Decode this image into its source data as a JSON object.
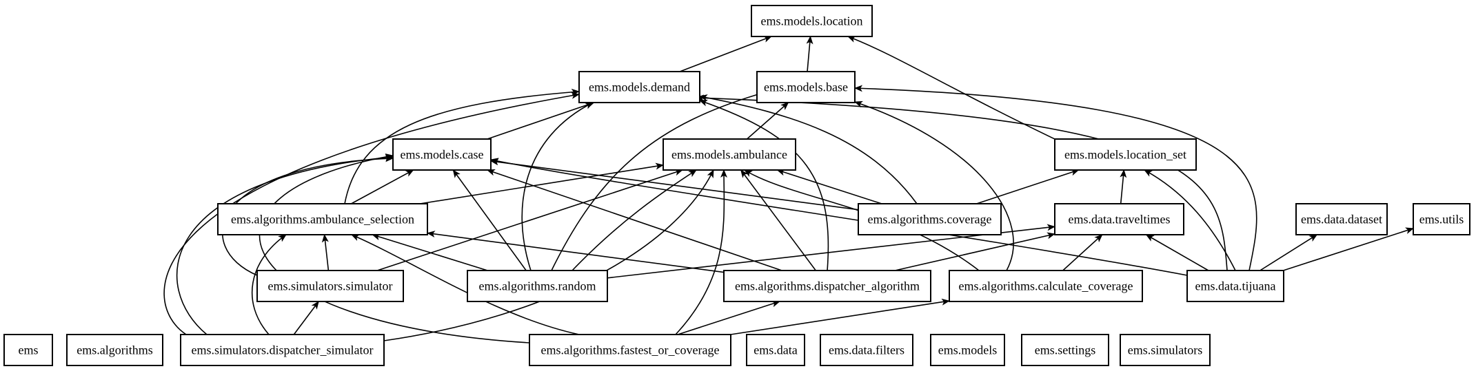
{
  "diagram": {
    "type": "module-dependency-graph",
    "nodes": [
      {
        "id": "location",
        "label": "ems.models.location"
      },
      {
        "id": "demand",
        "label": "ems.models.demand"
      },
      {
        "id": "base",
        "label": "ems.models.base"
      },
      {
        "id": "case",
        "label": "ems.models.case"
      },
      {
        "id": "ambulance",
        "label": "ems.models.ambulance"
      },
      {
        "id": "location_set",
        "label": "ems.models.location_set"
      },
      {
        "id": "ambulance_selection",
        "label": "ems.algorithms.ambulance_selection"
      },
      {
        "id": "coverage",
        "label": "ems.algorithms.coverage"
      },
      {
        "id": "traveltimes",
        "label": "ems.data.traveltimes"
      },
      {
        "id": "dataset",
        "label": "ems.data.dataset"
      },
      {
        "id": "utils",
        "label": "ems.utils"
      },
      {
        "id": "simulator",
        "label": "ems.simulators.simulator"
      },
      {
        "id": "random",
        "label": "ems.algorithms.random"
      },
      {
        "id": "dispatcher_algorithm",
        "label": "ems.algorithms.dispatcher_algorithm"
      },
      {
        "id": "calculate_coverage",
        "label": "ems.algorithms.calculate_coverage"
      },
      {
        "id": "tijuana",
        "label": "ems.data.tijuana"
      },
      {
        "id": "ems",
        "label": "ems"
      },
      {
        "id": "algorithms",
        "label": "ems.algorithms"
      },
      {
        "id": "dispatcher_simulator",
        "label": "ems.simulators.dispatcher_simulator"
      },
      {
        "id": "fastest_or_coverage",
        "label": "ems.algorithms.fastest_or_coverage"
      },
      {
        "id": "data",
        "label": "ems.data"
      },
      {
        "id": "filters",
        "label": "ems.data.filters"
      },
      {
        "id": "models",
        "label": "ems.models"
      },
      {
        "id": "settings",
        "label": "ems.settings"
      },
      {
        "id": "simulators",
        "label": "ems.simulators"
      }
    ],
    "edges": [
      {
        "from": "demand",
        "to": "location"
      },
      {
        "from": "base",
        "to": "location"
      },
      {
        "from": "location_set",
        "to": "location"
      },
      {
        "from": "case",
        "to": "demand"
      },
      {
        "from": "ambulance",
        "to": "base"
      },
      {
        "from": "ambulance_selection",
        "to": "case"
      },
      {
        "from": "ambulance_selection",
        "to": "demand"
      },
      {
        "from": "ambulance_selection",
        "to": "ambulance"
      },
      {
        "from": "simulator",
        "to": "ambulance_selection"
      },
      {
        "from": "simulator",
        "to": "case"
      },
      {
        "from": "simulator",
        "to": "ambulance"
      },
      {
        "from": "random",
        "to": "ambulance_selection"
      },
      {
        "from": "random",
        "to": "case"
      },
      {
        "from": "random",
        "to": "demand"
      },
      {
        "from": "random",
        "to": "base"
      },
      {
        "from": "random",
        "to": "ambulance"
      },
      {
        "from": "random",
        "to": "traveltimes"
      },
      {
        "from": "coverage",
        "to": "ambulance"
      },
      {
        "from": "coverage",
        "to": "case"
      },
      {
        "from": "coverage",
        "to": "demand"
      },
      {
        "from": "coverage",
        "to": "location_set"
      },
      {
        "from": "traveltimes",
        "to": "location_set"
      },
      {
        "from": "dispatcher_algorithm",
        "to": "ambulance_selection"
      },
      {
        "from": "dispatcher_algorithm",
        "to": "case"
      },
      {
        "from": "dispatcher_algorithm",
        "to": "ambulance"
      },
      {
        "from": "dispatcher_algorithm",
        "to": "demand"
      },
      {
        "from": "dispatcher_algorithm",
        "to": "traveltimes"
      },
      {
        "from": "calculate_coverage",
        "to": "ambulance"
      },
      {
        "from": "calculate_coverage",
        "to": "base"
      },
      {
        "from": "calculate_coverage",
        "to": "traveltimes"
      },
      {
        "from": "tijuana",
        "to": "dataset"
      },
      {
        "from": "tijuana",
        "to": "utils"
      },
      {
        "from": "tijuana",
        "to": "traveltimes"
      },
      {
        "from": "tijuana",
        "to": "location_set"
      },
      {
        "from": "tijuana",
        "to": "base"
      },
      {
        "from": "tijuana",
        "to": "demand"
      },
      {
        "from": "tijuana",
        "to": "case"
      },
      {
        "from": "dispatcher_simulator",
        "to": "simulator"
      },
      {
        "from": "dispatcher_simulator",
        "to": "ambulance_selection"
      },
      {
        "from": "dispatcher_simulator",
        "to": "ambulance"
      },
      {
        "from": "dispatcher_simulator",
        "to": "case"
      },
      {
        "from": "dispatcher_simulator",
        "to": "demand"
      },
      {
        "from": "fastest_or_coverage",
        "to": "dispatcher_algorithm"
      },
      {
        "from": "fastest_or_coverage",
        "to": "calculate_coverage"
      },
      {
        "from": "fastest_or_coverage",
        "to": "ambulance_selection"
      },
      {
        "from": "fastest_or_coverage",
        "to": "ambulance"
      },
      {
        "from": "fastest_or_coverage",
        "to": "case"
      }
    ]
  }
}
